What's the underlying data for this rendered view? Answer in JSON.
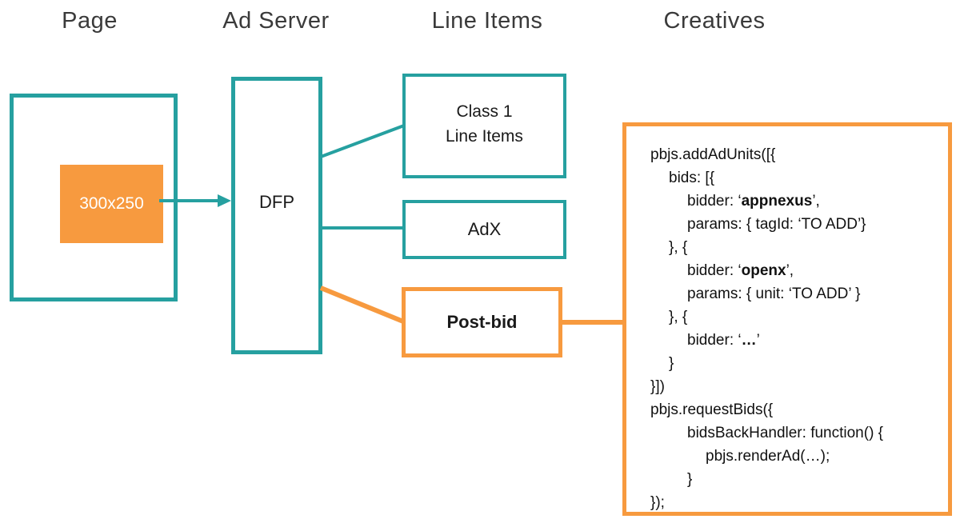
{
  "palette": {
    "teal": "#26a0a0",
    "orange": "#f79a3f",
    "heading_text": "#3a3a3a",
    "body_text": "#1a1a1a",
    "ad_slot_text": "#ffffff"
  },
  "headers": [
    {
      "label": "Page"
    },
    {
      "label": "Ad Server"
    },
    {
      "label": "Line Items"
    },
    {
      "label": "Creatives"
    }
  ],
  "page": {
    "ad_slot_label": "300x250"
  },
  "ad_server": {
    "dfp_label": "DFP"
  },
  "line_items": {
    "class1_line1": "Class 1",
    "class1_line2": "Line Items",
    "adx_label": "AdX",
    "postbid_label": "Post-bid"
  },
  "creatives": {
    "code_lines": [
      {
        "indent": 0,
        "parts": [
          {
            "text": "pbjs.addAdUnits([{",
            "bold": false
          }
        ]
      },
      {
        "indent": 1,
        "parts": [
          {
            "text": "bids: [{",
            "bold": false
          }
        ]
      },
      {
        "indent": 2,
        "parts": [
          {
            "text": "bidder: ‘",
            "bold": false
          },
          {
            "text": "appnexus",
            "bold": true
          },
          {
            "text": "’,",
            "bold": false
          }
        ]
      },
      {
        "indent": 2,
        "parts": [
          {
            "text": "params: { tagId: ‘TO ADD’}",
            "bold": false
          }
        ]
      },
      {
        "indent": 1,
        "parts": [
          {
            "text": "}, {",
            "bold": false
          }
        ]
      },
      {
        "indent": 2,
        "parts": [
          {
            "text": "bidder: ‘",
            "bold": false
          },
          {
            "text": "openx",
            "bold": true
          },
          {
            "text": "’,",
            "bold": false
          }
        ]
      },
      {
        "indent": 2,
        "parts": [
          {
            "text": "params: { unit: ‘TO ADD’ }",
            "bold": false
          }
        ]
      },
      {
        "indent": 1,
        "parts": [
          {
            "text": "}, {",
            "bold": false
          }
        ]
      },
      {
        "indent": 2,
        "parts": [
          {
            "text": "bidder: ‘",
            "bold": false
          },
          {
            "text": "…",
            "bold": true
          },
          {
            "text": "’",
            "bold": false
          }
        ]
      },
      {
        "indent": 1,
        "parts": [
          {
            "text": "}",
            "bold": false
          }
        ]
      },
      {
        "indent": 0,
        "parts": [
          {
            "text": "}])",
            "bold": false
          }
        ]
      },
      {
        "indent": 0,
        "parts": [
          {
            "text": "pbjs.requestBids({",
            "bold": false
          }
        ]
      },
      {
        "indent": 2,
        "parts": [
          {
            "text": "bidsBackHandler: function() {",
            "bold": false
          }
        ]
      },
      {
        "indent": 3,
        "parts": [
          {
            "text": "pbjs.renderAd(…);",
            "bold": false
          }
        ]
      },
      {
        "indent": 2,
        "parts": [
          {
            "text": "}",
            "bold": false
          }
        ]
      },
      {
        "indent": 0,
        "parts": [
          {
            "text": "});",
            "bold": false
          }
        ]
      }
    ]
  }
}
